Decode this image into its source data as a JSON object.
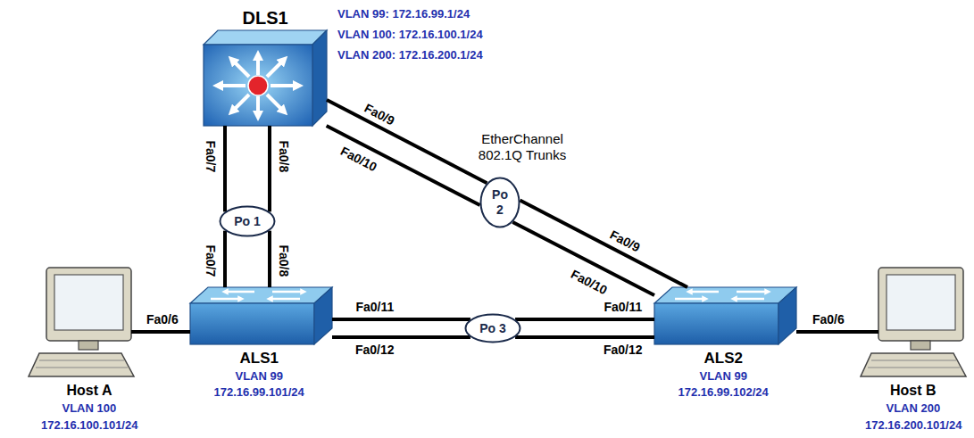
{
  "diagram": {
    "nodes": [
      {
        "text": [
          "DLS1",
          "VLAN 99: 172.16.99.1/24",
          "VLAN 100: 172.16.100.1/24",
          "VLAN 200: 172.16.200.1/24"
        ]
      },
      {
        "text": [
          "Po 1"
        ]
      },
      {
        "text": [
          "Po 2"
        ]
      },
      {
        "text": [
          "Host A",
          "VLAN 100",
          "172.16.100.101/24"
        ]
      },
      {
        "text": [
          "ALS1",
          "VLAN 99",
          "172.16.99.101/24"
        ]
      },
      {
        "text": [
          "Po 3"
        ]
      },
      {
        "text": [
          "ALS2",
          "VLAN 99",
          "172.16.99.102/24"
        ]
      },
      {
        "text": [
          "Host B",
          "VLAN 200",
          "172.16.200.101/24"
        ]
      }
    ],
    "edges": [
      {
        "from": 0,
        "to": 1,
        "arrow": "none"
      },
      {
        "from": 0,
        "to": 1,
        "arrow": "none"
      },
      {
        "from": 1,
        "to": 4,
        "arrow": "none"
      },
      {
        "from": 1,
        "to": 4,
        "arrow": "none"
      },
      {
        "from": 0,
        "to": 2,
        "arrow": "none"
      },
      {
        "from": 0,
        "to": 2,
        "arrow": "none"
      },
      {
        "from": 2,
        "to": 6,
        "arrow": "none"
      },
      {
        "from": 2,
        "to": 6,
        "arrow": "none"
      },
      {
        "from": 4,
        "to": 5,
        "arrow": "none"
      },
      {
        "from": 4,
        "to": 5,
        "arrow": "none"
      },
      {
        "from": 5,
        "to": 6,
        "arrow": "none"
      },
      {
        "from": 5,
        "to": 6,
        "arrow": "none"
      },
      {
        "from": 3,
        "to": 4,
        "arrow": "none"
      },
      {
        "from": 6,
        "to": 7,
        "arrow": "none"
      }
    ],
    "labels": [
      "EtherChannel 802.1Q Trunks",
      "Fa0/7",
      "Fa0/8",
      "Fa0/7",
      "Fa0/8",
      "Fa0/9",
      "Fa0/10",
      "Fa0/9",
      "Fa0/10",
      "Fa0/6",
      "Fa0/11",
      "Fa0/12",
      "Fa0/11",
      "Fa0/12",
      "Fa0/6"
    ]
  }
}
